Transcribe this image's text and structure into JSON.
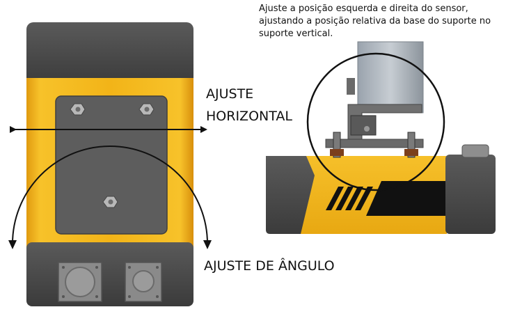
{
  "note": {
    "line1": "Ajuste a posição esquerda e direita do sensor,",
    "line2": "ajustando a posição relativa da base do suporte no",
    "line3": "suporte vertical."
  },
  "labels": {
    "horizontal_line1": "AJUSTE",
    "horizontal_line2": "HORIZONTAL",
    "angle": "AJUSTE DE ÂNGULO"
  },
  "colors": {
    "housing_yellow": "#f2b418",
    "end_cap_gray": "#4a4a4a",
    "plate_gray": "#5d5d5d"
  }
}
